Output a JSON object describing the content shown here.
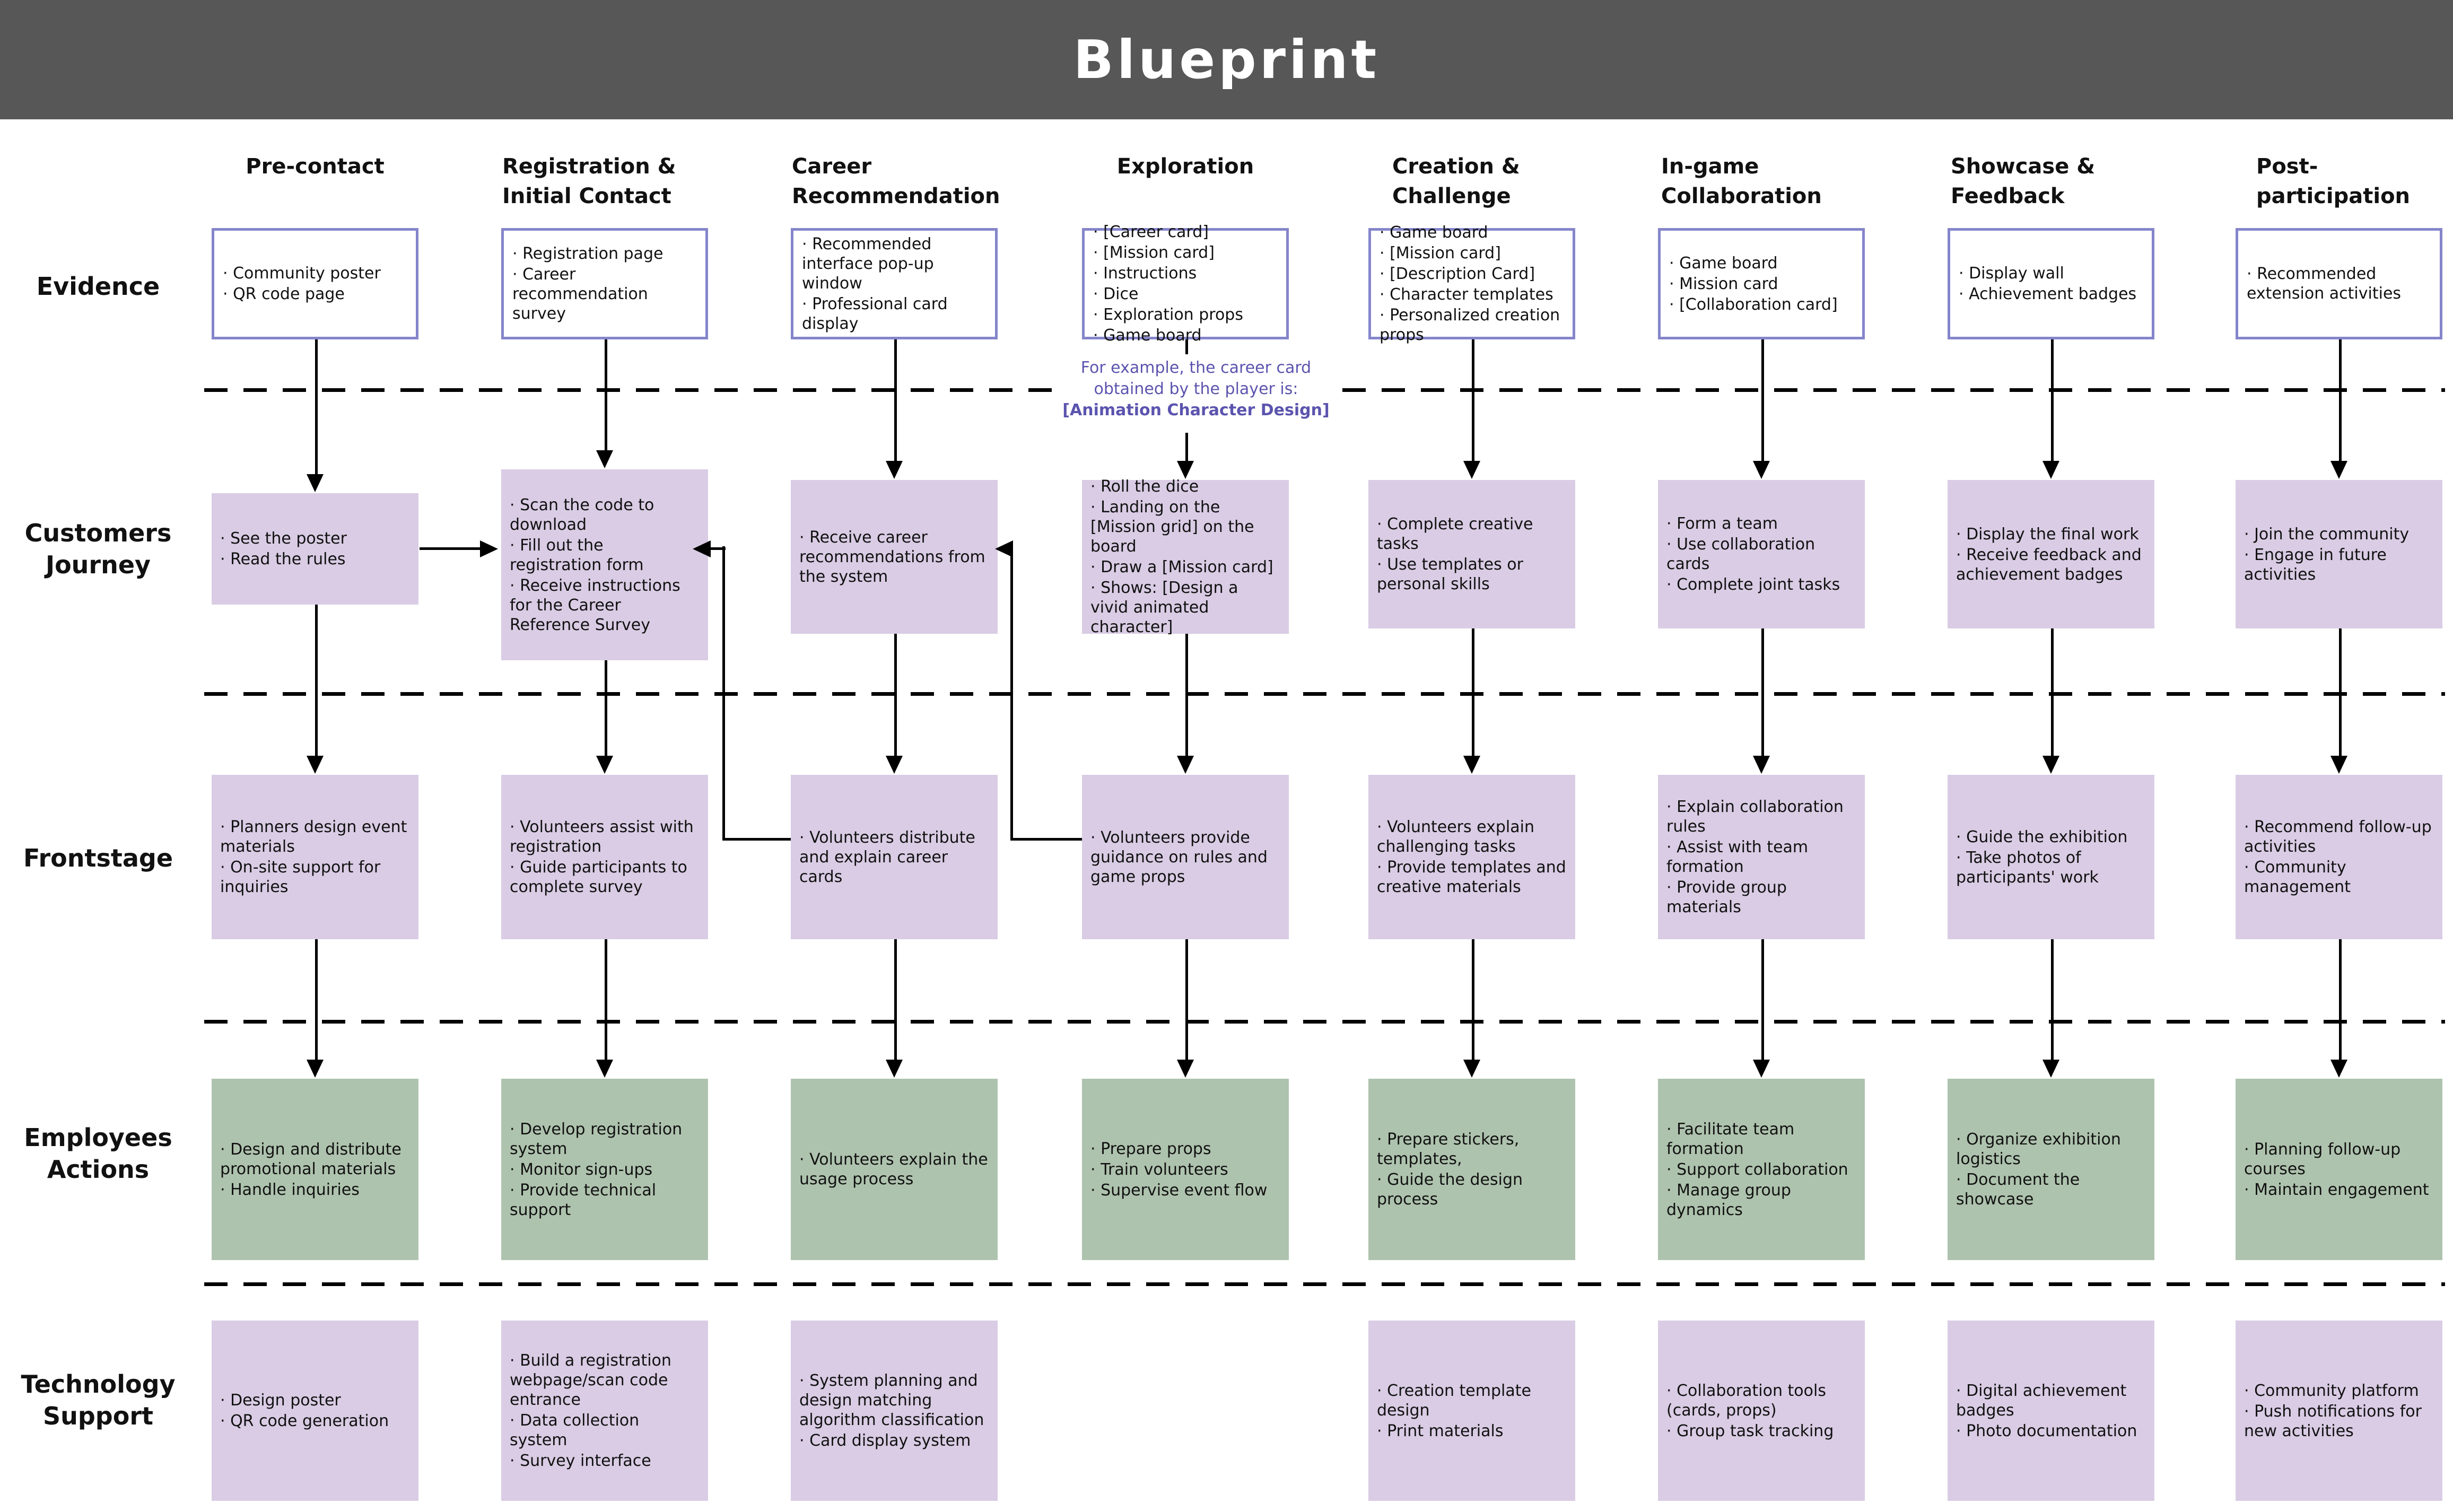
{
  "title": "Blueprint",
  "row_labels": [
    "Evidence",
    "Customers\nJourney",
    "Frontstage",
    "Employees\nActions",
    "Technology\nSupport"
  ],
  "note": {
    "line1": "For example, the career card",
    "line2": "obtained by the player is:",
    "line3": "[Animation Character Design]"
  },
  "colors": {
    "banner": "#575757",
    "evidence_border": "#8585cb",
    "lavender_box": "#d9cce4",
    "green_box": "#aec3ae",
    "note_text": "#5b54ae",
    "arrow": "#000000"
  },
  "columns": [
    {
      "header": "Pre-contact",
      "evidence": [
        "Community poster",
        "QR code page"
      ],
      "journey": [
        "See the poster",
        "Read the rules"
      ],
      "frontstage": [
        "Planners design event materials",
        "On-site support for inquiries"
      ],
      "employees": [
        "Design and distribute promotional materials",
        "Handle inquiries"
      ],
      "technology": [
        "Design poster",
        "QR code generation"
      ]
    },
    {
      "header": "Registration &\nInitial Contact",
      "evidence": [
        "Registration page",
        "Career recommendation survey"
      ],
      "journey": [
        "Scan the code to download",
        "Fill out the registration form",
        "Receive instructions for the Career Reference Survey"
      ],
      "frontstage": [
        "Volunteers assist with registration",
        "Guide participants to complete survey"
      ],
      "employees": [
        "Develop registration system",
        "Monitor sign-ups",
        "Provide technical support"
      ],
      "technology": [
        "Build a registration webpage/scan code entrance",
        "Data collection system",
        "Survey interface"
      ]
    },
    {
      "header": "Career\nRecommendation",
      "evidence": [
        "Recommended interface pop-up window",
        "Professional card display"
      ],
      "journey": [
        "Receive career recommendations from the system"
      ],
      "frontstage": [
        "Volunteers distribute and explain career cards"
      ],
      "employees": [
        "Volunteers explain the usage process"
      ],
      "technology": [
        "System planning and design matching algorithm classification",
        "Card display system"
      ]
    },
    {
      "header": "Exploration",
      "evidence": [
        "[Career card]",
        "[Mission card]",
        "Instructions",
        "Dice",
        "Exploration props",
        "Game board"
      ],
      "journey": [
        "Roll the dice",
        "Landing on the [Mission grid] on the board",
        "Draw a [Mission card]",
        "Shows: [Design a vivid animated character]"
      ],
      "frontstage": [
        "Volunteers provide guidance on rules and game props"
      ],
      "employees": [
        "Prepare props",
        "Train volunteers",
        "Supervise event flow"
      ],
      "technology": []
    },
    {
      "header": "Creation &\nChallenge",
      "evidence": [
        "Game board",
        "[Mission card]",
        "[Description Card]",
        "Character templates",
        "Personalized creation props"
      ],
      "journey": [
        "Complete creative tasks",
        "Use templates or personal skills"
      ],
      "frontstage": [
        "Volunteers explain challenging tasks",
        "Provide templates and creative materials"
      ],
      "employees": [
        "Prepare stickers, templates,",
        "Guide the design process"
      ],
      "technology": [
        "Creation template design",
        "Print materials"
      ]
    },
    {
      "header": "In-game\nCollaboration",
      "evidence": [
        "Game board",
        "Mission card",
        "[Collaboration card]"
      ],
      "journey": [
        "Form a team",
        "Use collaboration cards",
        "Complete joint tasks"
      ],
      "frontstage": [
        "Explain collaboration rules",
        "Assist with team formation",
        "Provide group materials"
      ],
      "employees": [
        "Facilitate team formation",
        "Support collaboration",
        "Manage group dynamics"
      ],
      "technology": [
        "Collaboration tools (cards, props)",
        "Group task tracking"
      ]
    },
    {
      "header": "Showcase &\nFeedback",
      "evidence": [
        "Display wall",
        "Achievement badges"
      ],
      "journey": [
        "Display the final work",
        "Receive feedback and achievement badges"
      ],
      "frontstage": [
        "Guide the exhibition",
        "Take photos of participants' work"
      ],
      "employees": [
        "Organize exhibition logistics",
        "Document the showcase"
      ],
      "technology": [
        "Digital achievement badges",
        "Photo documentation"
      ]
    },
    {
      "header": "Post-\nparticipation",
      "evidence": [
        "Recommended extension activities"
      ],
      "journey": [
        "Join the community",
        "Engage in future activities"
      ],
      "frontstage": [
        "Recommend follow-up activities",
        "Community management"
      ],
      "employees": [
        "Planning follow-up courses",
        "Maintain engagement"
      ],
      "technology": [
        "Community platform",
        "Push notifications for new activities"
      ]
    }
  ]
}
